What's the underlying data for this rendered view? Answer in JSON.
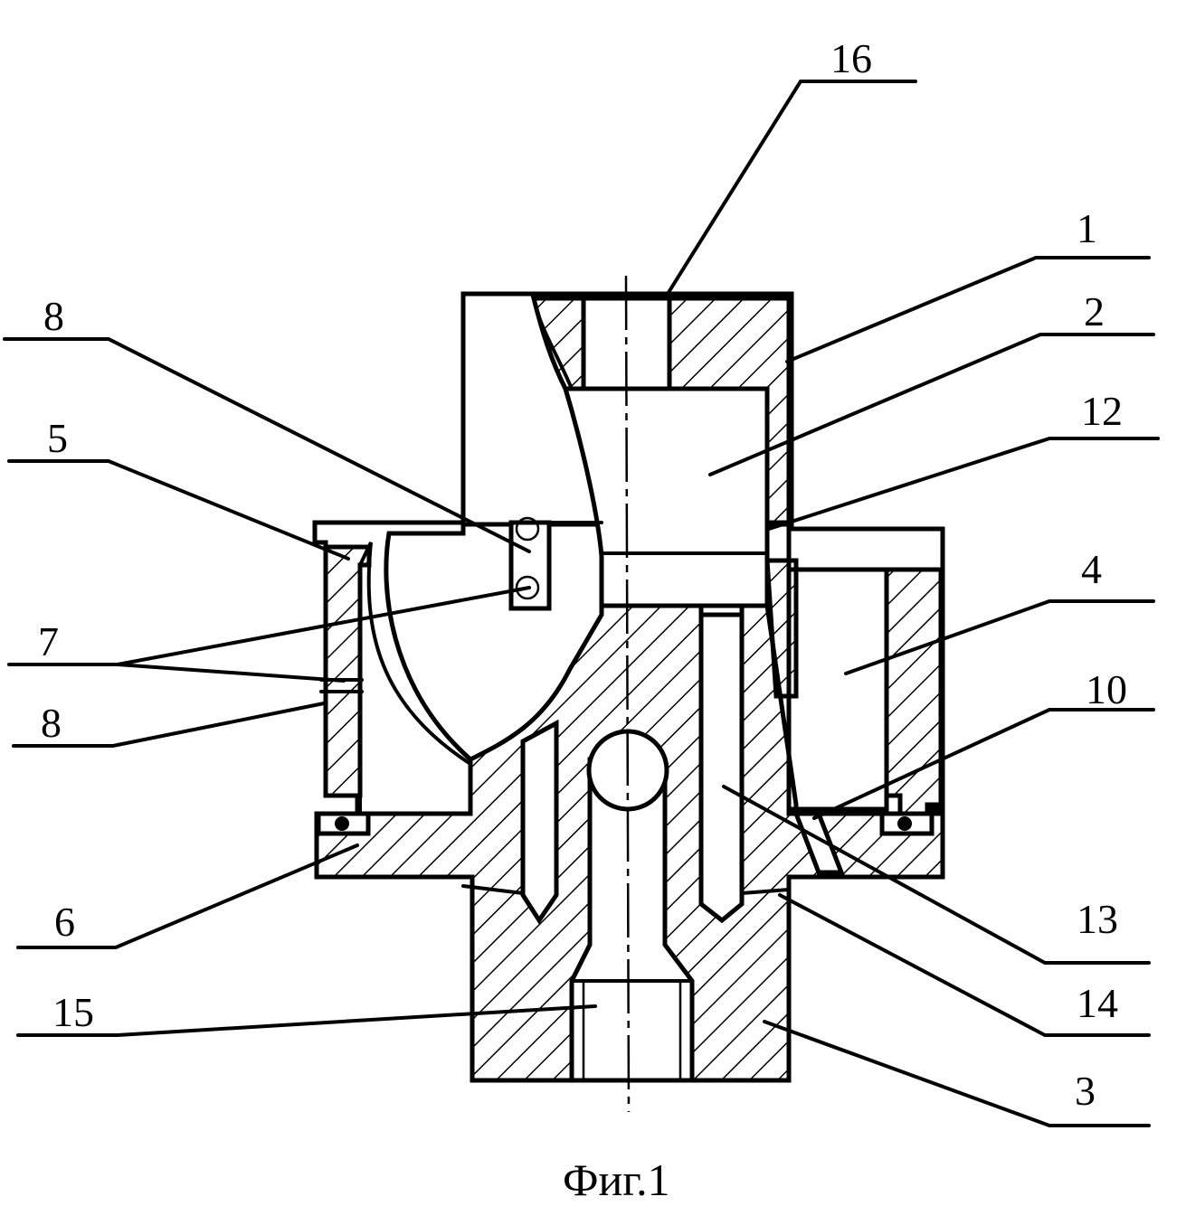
{
  "figure": {
    "caption": "Фиг.1",
    "colors": {
      "ink": "#000000",
      "paper": "#ffffff"
    },
    "labels": [
      {
        "id": "16",
        "text": "16"
      },
      {
        "id": "1",
        "text": "1"
      },
      {
        "id": "2",
        "text": "2"
      },
      {
        "id": "12",
        "text": "12"
      },
      {
        "id": "8a",
        "text": "8"
      },
      {
        "id": "5",
        "text": "5"
      },
      {
        "id": "4",
        "text": "4"
      },
      {
        "id": "7",
        "text": "7"
      },
      {
        "id": "10",
        "text": "10"
      },
      {
        "id": "8b",
        "text": "8"
      },
      {
        "id": "6",
        "text": "6"
      },
      {
        "id": "13",
        "text": "13"
      },
      {
        "id": "14",
        "text": "14"
      },
      {
        "id": "15",
        "text": "15"
      },
      {
        "id": "3",
        "text": "3"
      }
    ]
  }
}
